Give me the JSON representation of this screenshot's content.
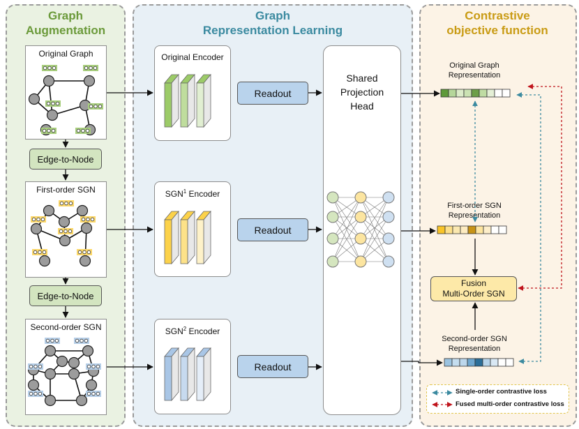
{
  "panels": {
    "augmentation": {
      "title_line1": "Graph",
      "title_line2": "Augmentation",
      "color": "#6b9a3a"
    },
    "representation": {
      "title_line1": "Graph",
      "title_line2": "Representation Learning",
      "color": "#3b8aa0"
    },
    "contrastive": {
      "title_line1": "Contrastive",
      "title_line2": "objective function",
      "color": "#c99b14"
    }
  },
  "graphs": {
    "original": "Original Graph",
    "first": "First-order SGN",
    "second": "Second-order SGN"
  },
  "edge_to_node_1": "Edge-to-Node",
  "edge_to_node_2": "Edge-to-Node",
  "encoders": {
    "original": "Original Encoder",
    "sgn1_prefix": "SGN",
    "sgn1_sup": "1",
    "sgn1_suffix": " Encoder",
    "sgn2_prefix": "SGN",
    "sgn2_sup": "2",
    "sgn2_suffix": " Encoder"
  },
  "readout_1": "Readout",
  "readout_2": "Readout",
  "readout_3": "Readout",
  "projection_head": {
    "line1": "Shared",
    "line2": "Projection",
    "line3": "Head"
  },
  "representations": {
    "original_l1": "Original Graph",
    "original_l2": "Representation",
    "first_l1": "First-order SGN",
    "first_l2": "Representation",
    "second_l1": "Second-order SGN",
    "second_l2": "Representation"
  },
  "fusion": {
    "line1": "Fusion",
    "line2": "Multi-Order SGN"
  },
  "legend": {
    "single": "Single-order contrastive loss",
    "fused": "Fused multi-order contrastive loss",
    "single_color": "#3b8aa0",
    "fused_color": "#c0141c"
  },
  "colors": {
    "green": "#a9cf7e",
    "yellow": "#fcd86a",
    "blue": "#b6cfe8",
    "node": "#9c9c9c"
  }
}
